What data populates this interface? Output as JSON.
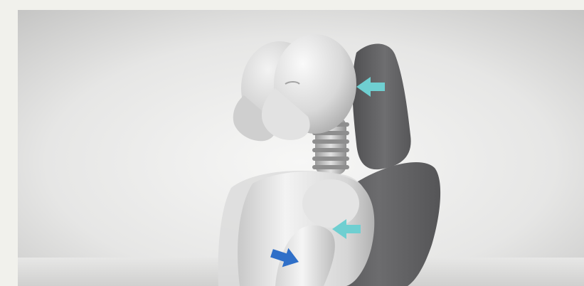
{
  "image": {
    "subject": "crash-test-dummy-seat-headrest-illustration",
    "colors": {
      "frame_background": "#f1f1ec",
      "studio_top": "#c9c9c8",
      "studio_mid": "#f2f2f1",
      "floor": "#dcdcdb",
      "seat_dark": "#5c5c5d",
      "seat_light": "#7a7a7c",
      "dummy_light": "#f2f2f2",
      "dummy_shade": "#a9a9a9",
      "arrow_cyan": "#6fcfd1",
      "arrow_blue": "#2f6fc8"
    },
    "arrows": [
      {
        "name": "headrest-arrow",
        "color_key": "arrow_cyan",
        "direction": "left"
      },
      {
        "name": "backrest-arrow",
        "color_key": "arrow_cyan",
        "direction": "left"
      },
      {
        "name": "seat-bottom-arrow",
        "color_key": "arrow_blue",
        "direction": "right"
      }
    ]
  }
}
